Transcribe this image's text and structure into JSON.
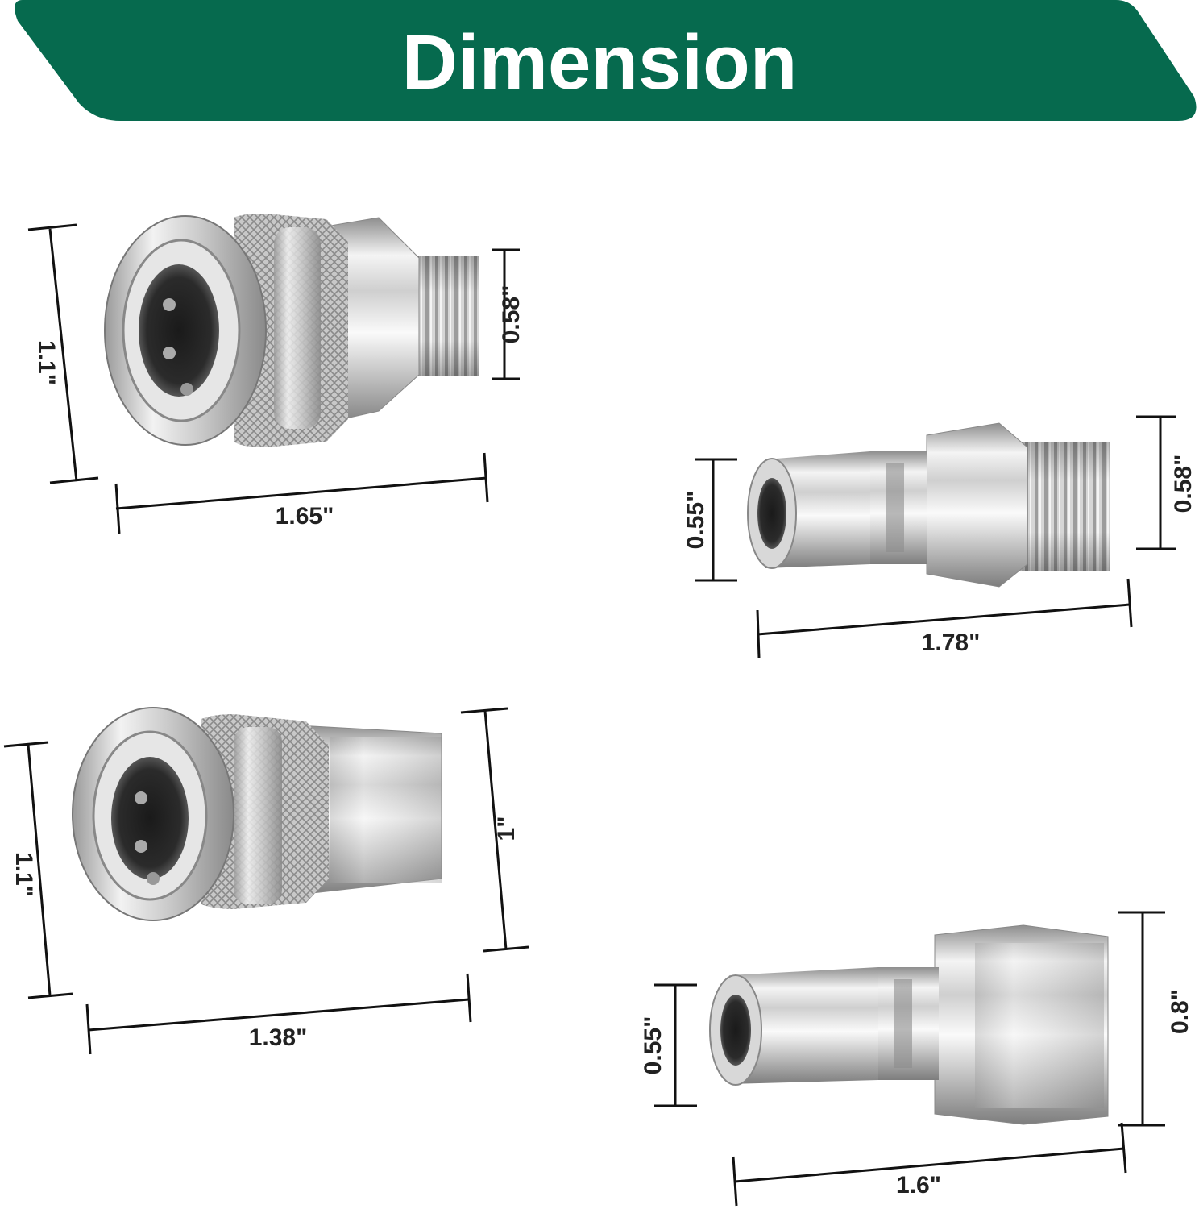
{
  "banner": {
    "title": "Dimension",
    "color": "#066a4e"
  },
  "products": [
    {
      "name": "female-coupler-male-npt",
      "height_label": "1.1\"",
      "length_label": "1.65\"",
      "thread_label": "0.58\""
    },
    {
      "name": "male-plug-male-npt",
      "tip_label": "0.55\"",
      "thread_label": "0.58\"",
      "length_label": "1.78\""
    },
    {
      "name": "female-coupler-female-npt",
      "height_label": "1.1\"",
      "body_label": "1\"",
      "length_label": "1.38\""
    },
    {
      "name": "male-plug-female-npt",
      "tip_label": "0.55\"",
      "body_label": "0.8\"",
      "length_label": "1.6\""
    }
  ]
}
